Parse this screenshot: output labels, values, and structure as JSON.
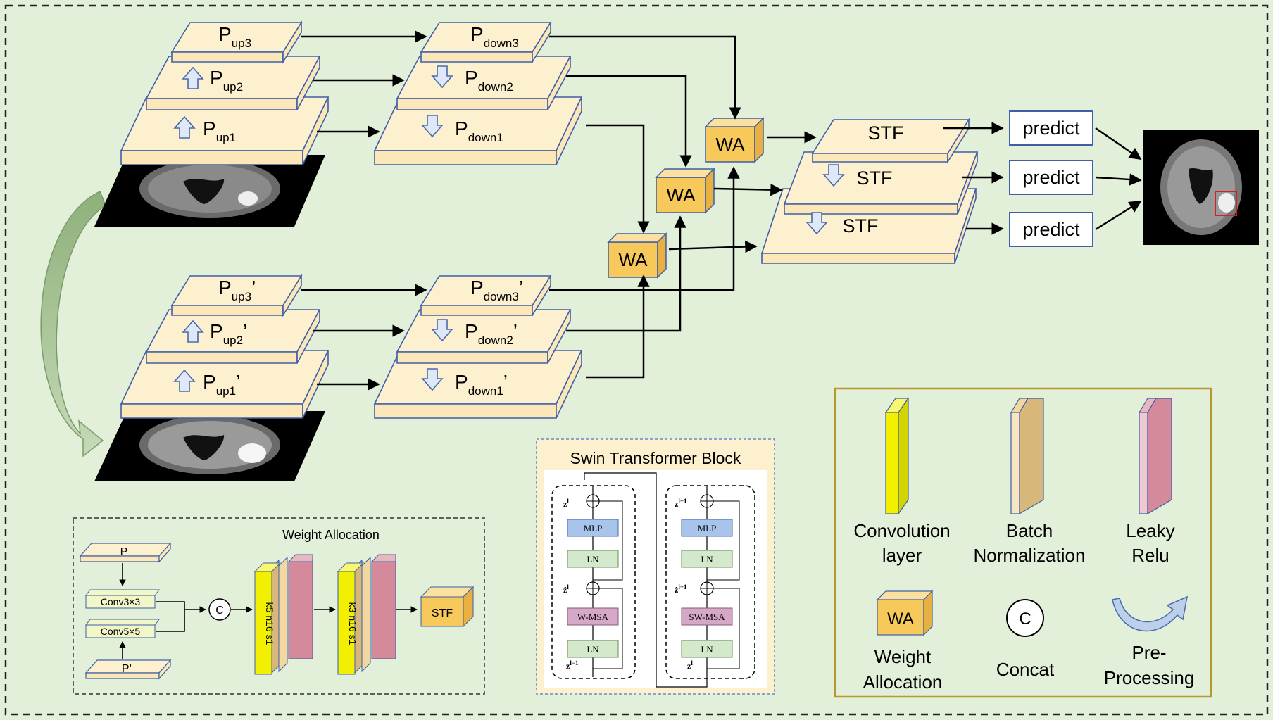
{
  "colors": {
    "background": "#e2efd9",
    "slab_top": "#fdf0cf",
    "slab_side": "#fbe7b8",
    "slab_edge": "#3f5fa8",
    "wa_box": "#f7c85a",
    "conv_color": "#f2f000",
    "bn_color": "#d8b87a",
    "relu_color": "#d48a9a",
    "legend_border": "#b8972c"
  },
  "pyramid_top": {
    "up": [
      {
        "base": "P",
        "sub": "up3",
        "prime": ""
      },
      {
        "base": "P",
        "sub": "up2",
        "prime": ""
      },
      {
        "base": "P",
        "sub": "up1",
        "prime": ""
      }
    ],
    "down": [
      {
        "base": "P",
        "sub": "down3",
        "prime": ""
      },
      {
        "base": "P",
        "sub": "down2",
        "prime": ""
      },
      {
        "base": "P",
        "sub": "down1",
        "prime": ""
      }
    ]
  },
  "pyramid_bottom": {
    "up": [
      {
        "base": "P",
        "sub": "up3",
        "prime": "’"
      },
      {
        "base": "P",
        "sub": "up2",
        "prime": "’"
      },
      {
        "base": "P",
        "sub": "up1",
        "prime": "’"
      }
    ],
    "down": [
      {
        "base": "P",
        "sub": "down3",
        "prime": "’"
      },
      {
        "base": "P",
        "sub": "down2",
        "prime": "’"
      },
      {
        "base": "P",
        "sub": "down1",
        "prime": "’"
      }
    ]
  },
  "wa_label": "WA",
  "stf_labels": [
    "STF",
    "STF",
    "STF"
  ],
  "predict_labels": [
    "predict",
    "predict",
    "predict"
  ],
  "weight_allocation": {
    "title": "Weight Allocation",
    "p_label": "P",
    "p_prime_label": "P’",
    "conv3": "Conv3×3",
    "conv5": "Conv5×5",
    "concat": "C",
    "block1": "k5 n16 s1",
    "block2": "k3 n16 s1",
    "stf": "STF"
  },
  "swin": {
    "title": "Swin Transformer Block",
    "left": {
      "mlp": "MLP",
      "ln_top": "LN",
      "msa": "W-MSA",
      "ln_bottom": "LN",
      "z_out": "z",
      "z_out_sup": "l",
      "z_mid": "ẑ",
      "z_mid_sup": "l",
      "z_in": "z",
      "z_in_sup": "l−1"
    },
    "right": {
      "mlp": "MLP",
      "ln_top": "LN",
      "msa": "SW-MSA",
      "ln_bottom": "LN",
      "z_out": "z",
      "z_out_sup": "l+1",
      "z_mid": "ẑ",
      "z_mid_sup": "l+1",
      "z_in": "z",
      "z_in_sup": "l"
    }
  },
  "legend": {
    "conv": [
      "Convolution",
      "layer"
    ],
    "bn": [
      "Batch",
      "Normalization"
    ],
    "relu": [
      "Leaky",
      "Relu"
    ],
    "wa_box": "WA",
    "wa": [
      "Weight",
      "Allocation"
    ],
    "concat_symbol": "C",
    "concat": "Concat",
    "pre": [
      "Pre-",
      "Processing"
    ]
  }
}
